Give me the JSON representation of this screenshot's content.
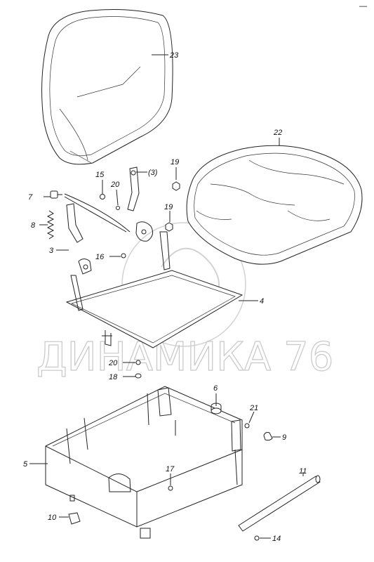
{
  "watermark": "ДИНАМИКА 76",
  "corner_mark": "—",
  "callouts": [
    {
      "id": "23",
      "text": "23"
    },
    {
      "id": "22",
      "text": "22"
    },
    {
      "id": "15",
      "text": "15"
    },
    {
      "id": "20a",
      "text": "20"
    },
    {
      "id": "3paren",
      "text": "(3)"
    },
    {
      "id": "19a",
      "text": "19"
    },
    {
      "id": "7",
      "text": "7"
    },
    {
      "id": "19b",
      "text": "19"
    },
    {
      "id": "8",
      "text": "8"
    },
    {
      "id": "3",
      "text": "3"
    },
    {
      "id": "16",
      "text": "16"
    },
    {
      "id": "4",
      "text": "4"
    },
    {
      "id": "20b",
      "text": "20"
    },
    {
      "id": "18",
      "text": "18"
    },
    {
      "id": "6",
      "text": "6"
    },
    {
      "id": "21",
      "text": "21"
    },
    {
      "id": "9",
      "text": "9"
    },
    {
      "id": "5",
      "text": "5"
    },
    {
      "id": "17",
      "text": "17"
    },
    {
      "id": "11",
      "text": "11"
    },
    {
      "id": "10",
      "text": "10"
    },
    {
      "id": "14",
      "text": "14"
    }
  ]
}
